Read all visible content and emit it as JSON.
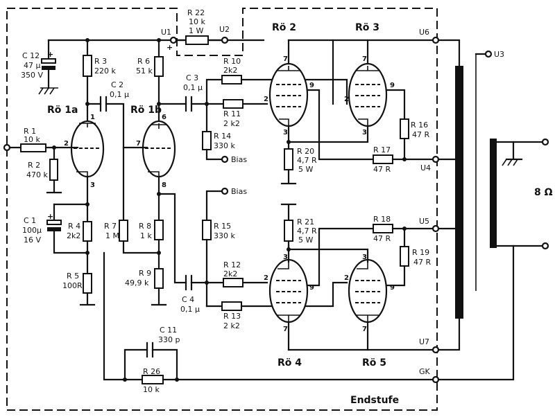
{
  "diagram": {
    "section_label": "Endstufe",
    "load_label": "8 Ω",
    "nodes": {
      "u1": "U1",
      "u2": "U2",
      "u3": "U3",
      "u4": "U4",
      "u5": "U5",
      "u6": "U6",
      "u7": "U7",
      "gk": "GK",
      "bias_top": "Bias",
      "bias_bottom": "Bias"
    },
    "tubes": {
      "ro1a": "Rö 1a",
      "ro1b": "Rö 1b",
      "ro2": "Rö 2",
      "ro3": "Rö 3",
      "ro4": "Rö 4",
      "ro5": "Rö 5"
    },
    "pins": {
      "p1": "1",
      "p2": "2",
      "p3": "3",
      "p6": "6",
      "p7": "7",
      "p8": "8",
      "p9": "9"
    },
    "components": {
      "r1": {
        "name": "R 1",
        "value": "10 k"
      },
      "r2": {
        "name": "R 2",
        "value": "470 k"
      },
      "r3": {
        "name": "R 3",
        "value": "220 k"
      },
      "r4": {
        "name": "R 4",
        "value": "2k2"
      },
      "r5": {
        "name": "R 5",
        "value": "100R"
      },
      "r6": {
        "name": "R 6",
        "value": "51 k"
      },
      "r7": {
        "name": "R 7",
        "value": "1 M"
      },
      "r8": {
        "name": "R 8",
        "value": "1 k"
      },
      "r9": {
        "name": "R 9",
        "value": "49,9 k"
      },
      "r10": {
        "name": "R 10",
        "value": "2k2"
      },
      "r11": {
        "name": "R 11",
        "value": "2 k2"
      },
      "r12": {
        "name": "R 12",
        "value": "2k2"
      },
      "r13": {
        "name": "R 13",
        "value": "2 k2"
      },
      "r14": {
        "name": "R 14",
        "value": "330 k"
      },
      "r15": {
        "name": "R 15",
        "value": "330 k"
      },
      "r16": {
        "name": "R 16",
        "value": "47 R"
      },
      "r17": {
        "name": "R 17",
        "value": "47 R"
      },
      "r18": {
        "name": "R 18",
        "value": "47 R"
      },
      "r19": {
        "name": "R 19",
        "value": "47 R"
      },
      "r20": {
        "name": "R 20",
        "value": "4,7 R",
        "rating": "5 W"
      },
      "r21": {
        "name": "R 21",
        "value": "4,7 R",
        "rating": "5 W"
      },
      "r22": {
        "name": "R 22",
        "value": "10 k",
        "rating": "1 W"
      },
      "r26": {
        "name": "R 26",
        "value": "10 k"
      },
      "c1": {
        "name": "C 1",
        "value": "100µ",
        "rating": "16 V"
      },
      "c2": {
        "name": "C 2",
        "value": "0,1 µ"
      },
      "c3": {
        "name": "C 3",
        "value": "0,1 µ"
      },
      "c4": {
        "name": "C 4",
        "value": "0,1 µ"
      },
      "c11": {
        "name": "C 11",
        "value": "330 p"
      },
      "c12": {
        "name": "C 12",
        "value": "47 µ",
        "rating": "350 V"
      }
    },
    "colors": {
      "ink": "#111111",
      "paper": "#ffffff"
    }
  }
}
